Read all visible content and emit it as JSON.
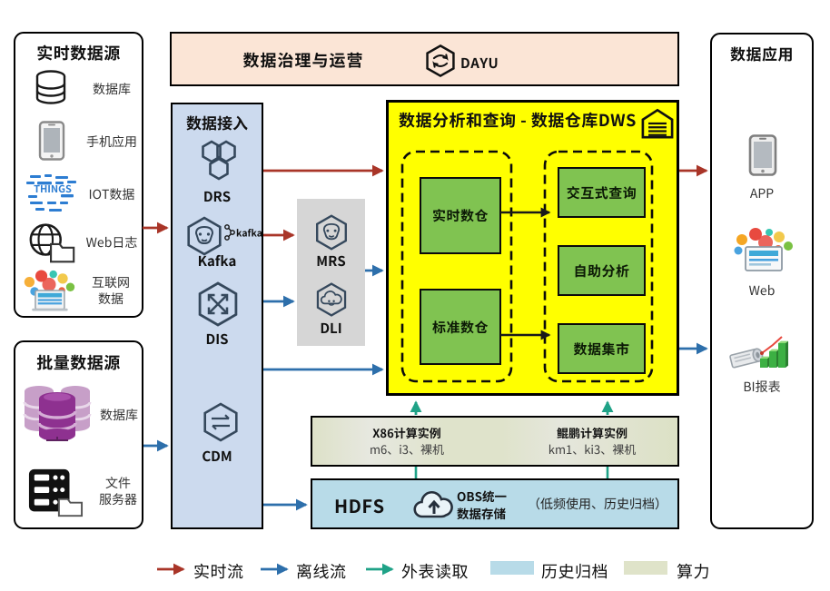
{
  "realtime_sources": {
    "title": "实时数据源",
    "items": [
      {
        "icon": "database-icon",
        "label": "数据库"
      },
      {
        "icon": "mobile-icon",
        "label": "手机应用"
      },
      {
        "icon": "iot-icon",
        "label": "IOT数据"
      },
      {
        "icon": "weblog-icon",
        "label": "Web日志"
      },
      {
        "icon": "internet-icon",
        "label": "互联网\n数据"
      }
    ]
  },
  "batch_sources": {
    "title": "批量数据源",
    "items": [
      {
        "icon": "purple-database-icon",
        "label": "数据库"
      },
      {
        "icon": "file-server-icon",
        "label": "文件\n服务器"
      }
    ]
  },
  "governance": {
    "title": "数据治理与运营",
    "product": "DAYU"
  },
  "ingestion": {
    "title": "数据接入",
    "services": [
      {
        "name": "DRS"
      },
      {
        "name": "Kafka",
        "badge": "kafka"
      },
      {
        "name": "DIS"
      },
      {
        "name": "CDM"
      }
    ]
  },
  "processing": {
    "services": [
      {
        "name": "MRS"
      },
      {
        "name": "DLI"
      }
    ]
  },
  "dws": {
    "title": "数据分析和查询 - 数据仓库DWS",
    "warehouses": [
      "实时数仓",
      "标准数仓"
    ],
    "services": [
      "交互式查询",
      "自助分析",
      "数据集市"
    ]
  },
  "compute": {
    "groups": [
      {
        "name": "X86计算实例",
        "specs": "m6、i3、裸机"
      },
      {
        "name": "鲲鹏计算实例",
        "specs": "km1、ki3、裸机"
      }
    ]
  },
  "storage": {
    "hdfs": "HDFS",
    "obs": "OBS统一\n数据存储",
    "note": "（低频使用、历史归档）"
  },
  "apps": {
    "title": "数据应用",
    "items": [
      {
        "icon": "app-icon",
        "label": "APP"
      },
      {
        "icon": "web-icon",
        "label": "Web"
      },
      {
        "icon": "bi-icon",
        "label": "BI报表"
      }
    ]
  },
  "legend": {
    "items": [
      {
        "type": "arrow",
        "color": "#a93528",
        "label": "实时流"
      },
      {
        "type": "arrow",
        "color": "#2d6fab",
        "label": "离线流"
      },
      {
        "type": "arrow",
        "color": "#1fa287",
        "label": "外表读取"
      },
      {
        "type": "swatch",
        "color": "#b8dbe8",
        "label": "历史归档"
      },
      {
        "type": "swatch",
        "color": "#dfe3c9",
        "label": "算力"
      }
    ]
  },
  "colors": {
    "realtime_flow": "#a93528",
    "offline_flow": "#2d6fab",
    "external_read": "#1fa287",
    "dws_fill": "#ffff00",
    "warehouse_green": "#7ec24f",
    "ingestion_fill": "#ccdaee",
    "governance_fill": "#fbe5d6",
    "processing_fill": "#d6d6d6",
    "compute_fill": "#dfe3c9",
    "storage_fill": "#b8dbe8"
  }
}
